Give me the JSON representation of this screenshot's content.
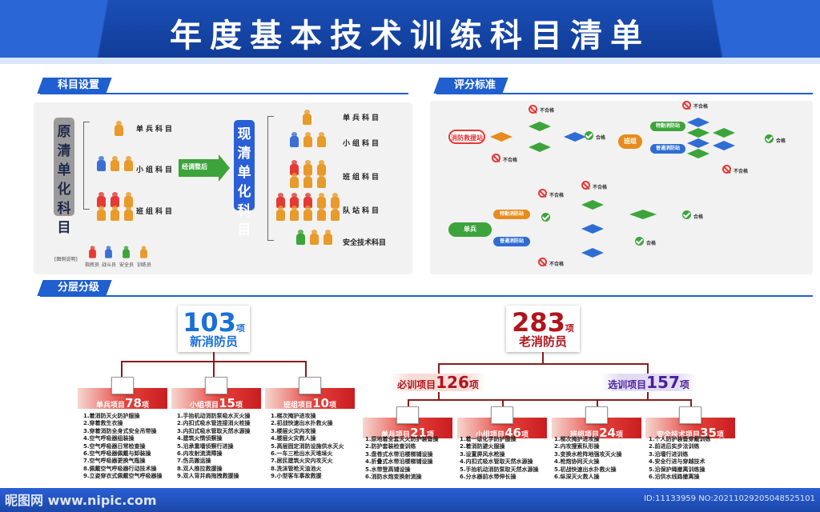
{
  "title": "年度基本技术训练科目清单",
  "sections": {
    "subjects": "科目设置",
    "scoring": "评分标准",
    "layers": "分层分级"
  },
  "left_panel": {
    "original": "原清单化科目",
    "current": "现清单化科目",
    "arrow_label": "经调整后",
    "orig_rows": [
      "单兵科目",
      "小组科目",
      "班组科目"
    ],
    "new_rows": [
      "单兵科目",
      "小组科目",
      "班组科目",
      "队站科目",
      "安全技术科目"
    ],
    "legend_title": "[图例说明]",
    "legend": [
      "指挥员",
      "战斗员",
      "安全员",
      "训练员"
    ]
  },
  "scoring_panel": {
    "station": "消防救援站",
    "squad": "班组",
    "single": "单兵",
    "special": "特勤消防站",
    "normal": "普通消防站",
    "pass": "合格",
    "fail": "不合格"
  },
  "new_staff": {
    "count": "103",
    "unit": "项",
    "label": "新消防员"
  },
  "old_staff": {
    "count": "283",
    "unit": "项",
    "label": "老消防员"
  },
  "required": {
    "label": "必训项目",
    "count": "126",
    "unit": "项"
  },
  "optional": {
    "label": "选训项目",
    "count": "157",
    "unit": "项"
  },
  "groups": [
    {
      "name": "单兵项目",
      "count": "78",
      "unit": "项",
      "items": [
        "1.着消防灭火防护服操",
        "2.穿着救生衣操",
        "3.穿着消防全身式安全吊带操",
        "4.空气呼吸器组装操",
        "5.空气呼吸器日常检查操",
        "6.空气呼吸器佩戴与卸装操",
        "7.空气呼吸器更换气瓶操",
        "8.佩戴空气呼吸器行动技术操",
        "9.立姿穿衣式佩戴空气呼吸器操"
      ]
    },
    {
      "name": "小组项目",
      "count": "15",
      "unit": "项",
      "items": [
        "1.手抬机动消防泵吸水灭火操",
        "2.内扣式吸水管连接消火栓操",
        "3.内扣式吸水管取天然水源操",
        "4.建筑火情侦察操",
        "5.沿承重墙侦察行进操",
        "6.内攻射流清障操",
        "7.伤员搬运操",
        "8.双人推拉救援操",
        "9.双人背并肩拖拽救援操"
      ]
    },
    {
      "name": "班组项目",
      "count": "10",
      "unit": "项",
      "items": [
        "1.梯次掩护进攻操",
        "2.初战快速出水扑救火操",
        "3.楼层火灾内攻操",
        "4.楼层火灾救人操",
        "5.高层固定消防设施供水灭火",
        "6.一车三枪出水灭堆垛火",
        "7.居民建筑火灾内攻灭火",
        "8.洗沫管枪灭油池火",
        "9.小型客车事故救援"
      ]
    },
    {
      "name": "单兵项目",
      "count": "21",
      "unit": "项",
      "items": [
        "1.原地着全套灭火防护装备操",
        "2.防护套装检查训练",
        "3.盘卷式水带沿楼梯铺设操",
        "4.折叠式水带沿楼梯铺设操",
        "5.水带登高铺设操",
        "6.消防水炮变换射流操"
      ]
    },
    {
      "name": "小组项目",
      "count": "46",
      "unit": "项",
      "items": [
        "1.着一级化学防护服操",
        "2.着消防避火服操",
        "3.设置屏风水枪操",
        "4.内扣式吸水管取天然水源操",
        "5.手抬机动消防泵取天然水源操",
        "6.分水器前水带伸长操"
      ]
    },
    {
      "name": "班组项目",
      "count": "24",
      "unit": "项",
      "items": [
        "1.梯次掩护进攻操",
        "2.内攻搜索队形操",
        "3.变换水枪阵地强攻灭火操",
        "4.枪炮协同灭火操",
        "5.初战快速出水扑救火操",
        "6.纵深灭火救人操"
      ]
    },
    {
      "name": "安全技术项目",
      "count": "35",
      "unit": "项",
      "items": [
        "1.个人防护装备穿戴训练",
        "2.前进后实步法训练",
        "3.沿墙行进训练",
        "4.安全行进与穿越技术",
        "5.沿保护绳撤离训练操",
        "6.沿供水线路撤离操"
      ]
    }
  ],
  "watermark": {
    "left": "昵图网 www.nipic.com",
    "right": "ID:11133959 NO:20211029205048525101"
  }
}
